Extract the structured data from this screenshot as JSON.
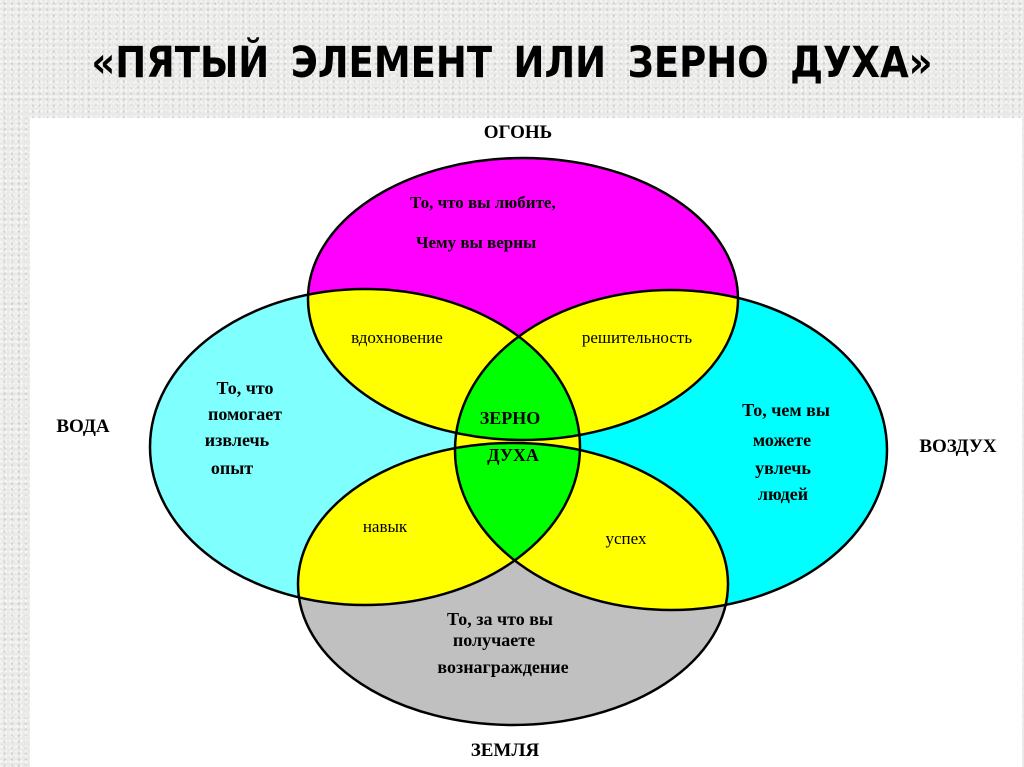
{
  "title": "«ПЯТЫЙ ЭЛЕМЕНТ ИЛИ ЗЕРНО ДУХА»",
  "colors": {
    "fire": "#ff00ff",
    "water": "#80ffff",
    "air": "#00ffff",
    "earth": "#c0c0c0",
    "pair_overlap": "#ffff00",
    "triple_overlap": "#00ff00",
    "center": "#ffffff",
    "outline": "#000000",
    "background": "#e9e9e7"
  },
  "elements": {
    "fire": {
      "label": "ОГОНЬ",
      "description_lines": [
        "То, что вы любите,",
        "Чему вы верны"
      ]
    },
    "water": {
      "label": "ВОДА",
      "description_lines": [
        "То, что",
        "помогает",
        "извлечь",
        "опыт"
      ]
    },
    "air": {
      "label": "ВОЗДУХ",
      "description_lines": [
        "То, чем вы",
        "можете",
        "увлечь",
        "людей"
      ]
    },
    "earth": {
      "label": "ЗЕМЛЯ",
      "description_lines": [
        "То, за что вы",
        "получаете",
        "вознаграждение"
      ]
    }
  },
  "overlaps": {
    "fire_water": "вдохновение",
    "fire_air": "решительность",
    "water_earth": "навык",
    "air_earth": "успех"
  },
  "center": {
    "lines": [
      "ЗЕРНО",
      "ДУХА"
    ]
  }
}
